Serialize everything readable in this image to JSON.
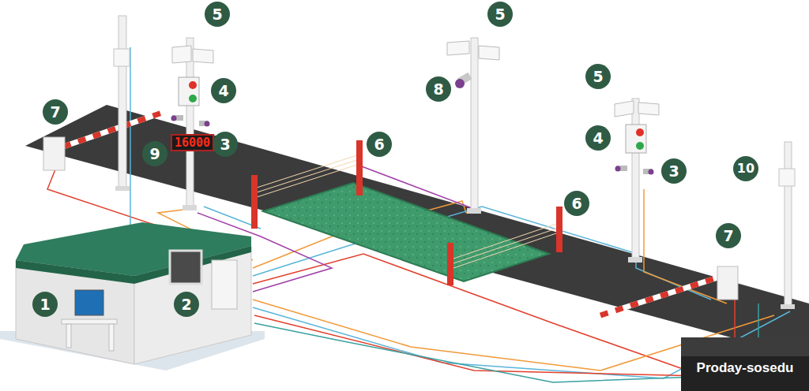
{
  "diagram": {
    "nodes": [
      {
        "text": [
          "16000"
        ]
      }
    ],
    "labels": [
      "5",
      "5",
      "5",
      "8",
      "4",
      "7",
      "4",
      "3",
      "6",
      "9",
      "10",
      "3",
      "6",
      "7",
      "1",
      "2",
      "Proday-sosedu"
    ]
  }
}
